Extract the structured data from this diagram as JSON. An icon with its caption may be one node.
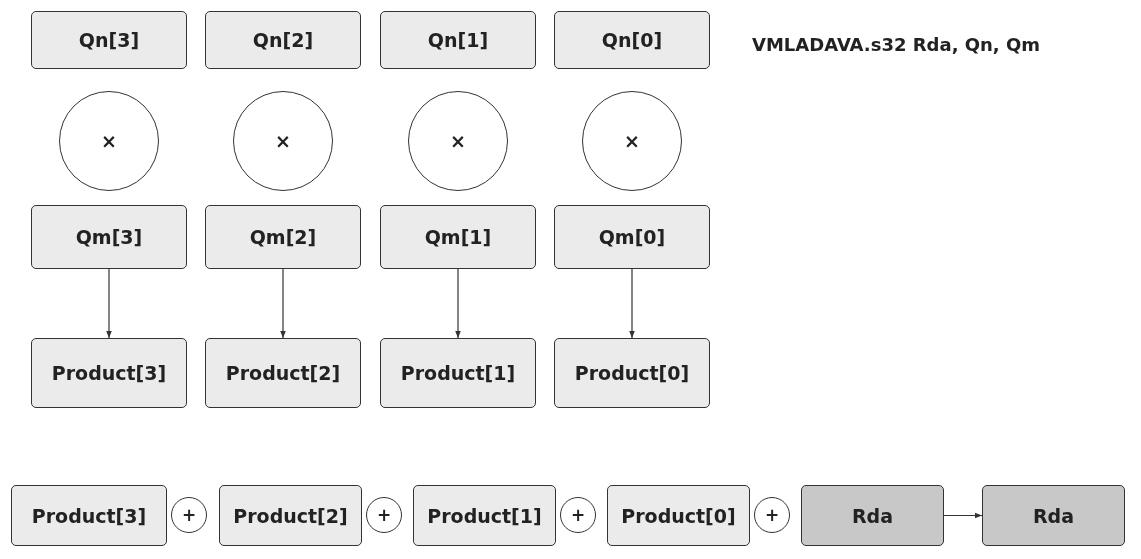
{
  "diagram": {
    "title": "VMLADAVA.s32 Rda, Qn, Qm",
    "nodes": [
      {
        "text": [
          "Qn[3]"
        ]
      },
      {
        "text": [
          "Qn[2]"
        ]
      },
      {
        "text": [
          "Qn[1]"
        ]
      },
      {
        "text": [
          "Qn[0]"
        ]
      },
      {
        "text": [
          "×"
        ]
      },
      {
        "text": [
          "×"
        ]
      },
      {
        "text": [
          "×"
        ]
      },
      {
        "text": [
          "×"
        ]
      },
      {
        "text": [
          "Qm[3]"
        ]
      },
      {
        "text": [
          "Qm[2]"
        ]
      },
      {
        "text": [
          "Qm[1]"
        ]
      },
      {
        "text": [
          "Qm[0]"
        ]
      },
      {
        "text": [
          "Product[3]"
        ]
      },
      {
        "text": [
          "Product[2]"
        ]
      },
      {
        "text": [
          "Product[1]"
        ]
      },
      {
        "text": [
          "Product[0]"
        ]
      },
      {
        "text": [
          "Product[3]"
        ]
      },
      {
        "text": [
          "+"
        ]
      },
      {
        "text": [
          "Product[2]"
        ]
      },
      {
        "text": [
          "+"
        ]
      },
      {
        "text": [
          "Product[1]"
        ]
      },
      {
        "text": [
          "+"
        ]
      },
      {
        "text": [
          "Product[0]"
        ]
      },
      {
        "text": [
          "+"
        ]
      },
      {
        "text": [
          "Rda"
        ]
      },
      {
        "text": [
          "Rda"
        ]
      }
    ],
    "edges": [
      {
        "from": 8,
        "to": 12,
        "arrow": "to"
      },
      {
        "from": 9,
        "to": 13,
        "arrow": "to"
      },
      {
        "from": 10,
        "to": 14,
        "arrow": "to"
      },
      {
        "from": 11,
        "to": 15,
        "arrow": "to"
      },
      {
        "from": 24,
        "to": 25,
        "arrow": "to"
      }
    ]
  }
}
